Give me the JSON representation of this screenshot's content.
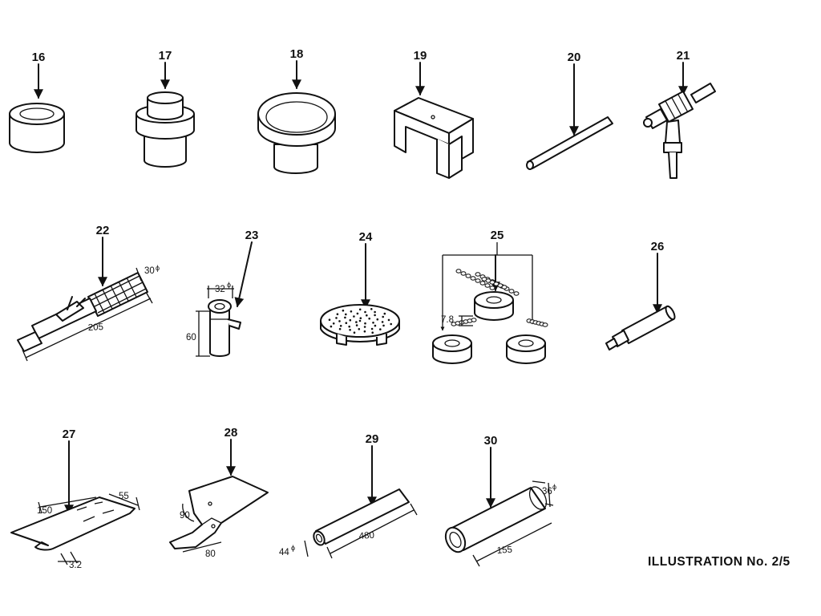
{
  "caption": "ILLUSTRATION No. 2/5",
  "tools": [
    {
      "number": "16"
    },
    {
      "number": "17"
    },
    {
      "number": "18"
    },
    {
      "number": "19"
    },
    {
      "number": "20"
    },
    {
      "number": "21"
    },
    {
      "number": "22"
    },
    {
      "number": "23"
    },
    {
      "number": "24"
    },
    {
      "number": "25"
    },
    {
      "number": "26"
    },
    {
      "number": "27"
    },
    {
      "number": "28"
    },
    {
      "number": "29"
    },
    {
      "number": "30"
    }
  ],
  "dimensions": {
    "d22_dia": "30",
    "d22_len": "205",
    "d23_dia": "32",
    "d23_len": "60",
    "d25_len": "7.8",
    "d27_len": "150",
    "d27_width": "55",
    "d27_thick": "3.2",
    "d28_angle": "90",
    "d28_len": "80",
    "d29_dia": "44",
    "d29_len": "480",
    "d30_dia": "36",
    "d30_len": "155"
  },
  "diameter_symbol": "ϕ"
}
